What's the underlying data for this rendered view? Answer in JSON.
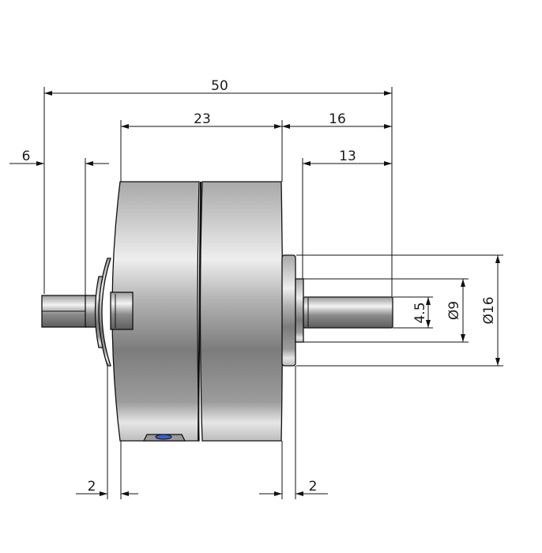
{
  "drawing": {
    "unit": "mm",
    "dimensions": {
      "overall_length": "50",
      "body_length": "23",
      "front_shaft_section": "16",
      "shaft_length": "13",
      "rear_hex_length": "6",
      "rear_step": "2",
      "front_step": "2",
      "shaft_flat": "4.5",
      "shaft_collar_diameter": "Ø9",
      "flange_diameter": "Ø16"
    },
    "colors": {
      "line": "#111111",
      "metal_light": "#f2f2f2",
      "metal_dark": "#7a7a7a",
      "screw_accent": "#3a5fcf"
    }
  }
}
